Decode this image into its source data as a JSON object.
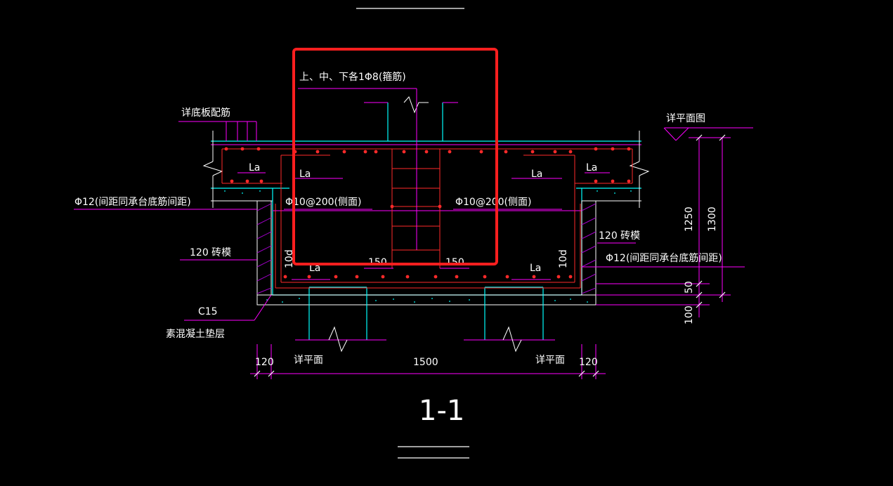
{
  "colors": {
    "background": "#000000",
    "magenta": "#ff00ff",
    "cyan": "#00ffff",
    "rebar": "#ff2a2a",
    "white": "#ffffff",
    "highlight": "#ff1f1f",
    "hatch": "#a000c8"
  },
  "labels": {
    "stirrup_note": "上、中、下各1Φ8(箍筋)",
    "bottom_slab_ref": "详底板配筋",
    "plan_ref_top": "详平面图",
    "rebar_left_note": "Φ12(间距同承台底筋间距)",
    "rebar_right_note": "Φ12(间距同承台底筋间距)",
    "side_bar_left": "Φ10@200(侧面)",
    "side_bar_right": "Φ10@200(侧面)",
    "brick_left": "120 砖模",
    "brick_right": "120 砖模",
    "concrete_grade": "C15",
    "cushion": "素混凝土垫层",
    "plan_ref_left": "详平面",
    "plan_ref_right": "详平面",
    "la_1": "La",
    "la_2": "La",
    "la_3": "La",
    "la_4": "La",
    "la_5": "La",
    "la_6": "La",
    "d10_left": "10d",
    "d10_right": "10d",
    "gap_left": "150",
    "gap_right": "150",
    "section_title": "1-1"
  },
  "dimensions": {
    "w_left": "120",
    "w_mid": "1500",
    "w_right": "120",
    "h_1250": "1250",
    "h_1300": "1300",
    "h_50": "50",
    "h_100": "100"
  }
}
